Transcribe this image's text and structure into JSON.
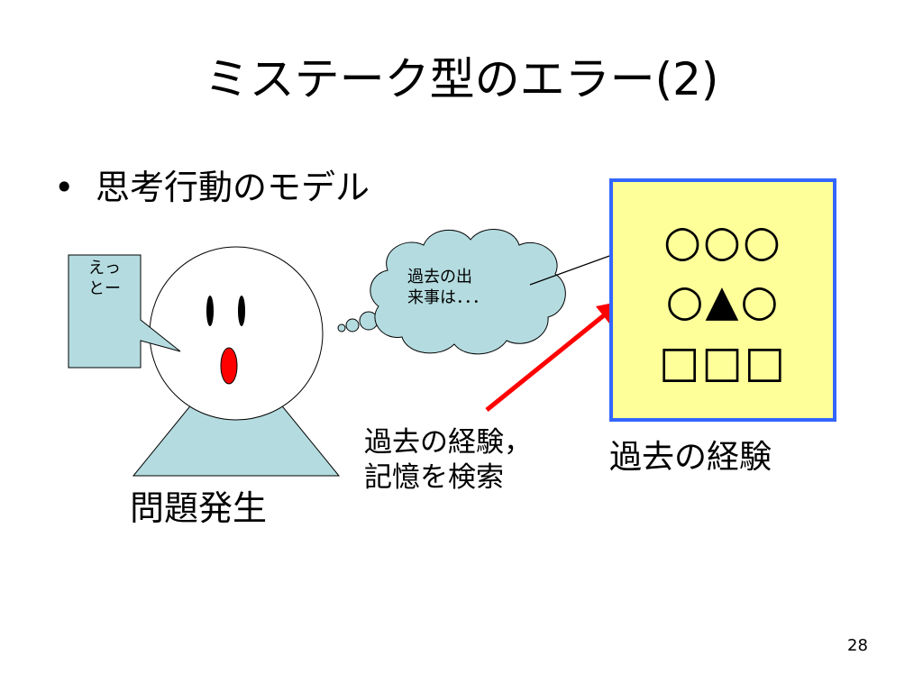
{
  "slide": {
    "title": "ミステーク型のエラー(2)",
    "bullet": "•",
    "bullet_text": "思考行動のモデル",
    "speech_bubble_text": [
      "えっ",
      "とー"
    ],
    "thought_bubble_text": [
      "過去の出",
      "来事は．．．"
    ],
    "problem_label": "問題発生",
    "search_label": [
      "過去の経験，",
      "記憶を検索"
    ],
    "experience_label": "過去の経験",
    "memory_rows": [
      "○○○",
      "○▲○",
      "□□□"
    ],
    "page_number": "28"
  },
  "colors": {
    "head_fill": "#ffffff",
    "body_fill": "#b4dce0",
    "speech_fill": "#b4dce0",
    "mouth_fill": "#ff0000",
    "thought_fill": "#b4dce0",
    "memory_fill": "#ffff99",
    "memory_border": "#3366ff",
    "search_arrow": "#ff0000"
  }
}
